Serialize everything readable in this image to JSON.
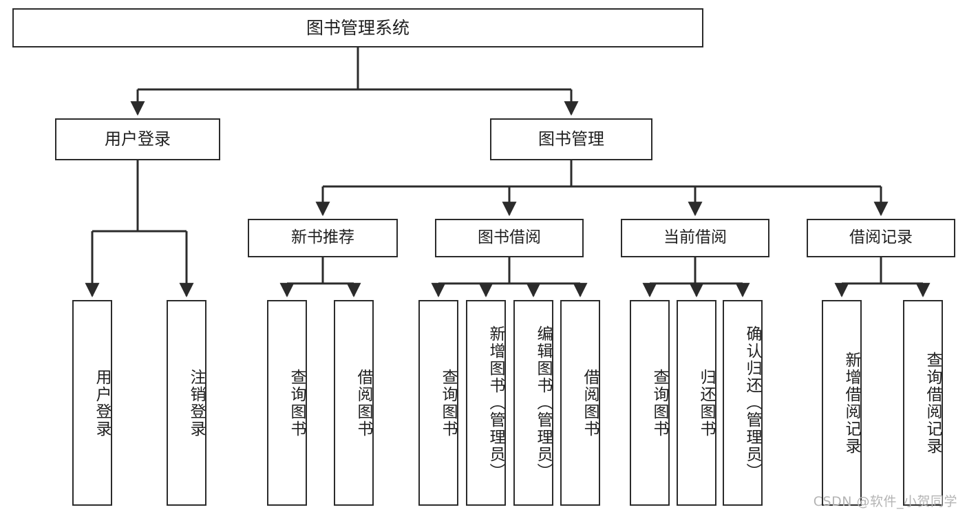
{
  "diagram": {
    "title": "图书管理系统",
    "type": "tree",
    "stroke_color": "#2b2b2b",
    "text_color": "#1f1f1f",
    "background_color": "#ffffff",
    "watermark": "CSDN @软件_小贺同学",
    "nodes": {
      "root": {
        "label": "图书管理系统"
      },
      "level2": [
        {
          "label": "用户登录"
        },
        {
          "label": "图书管理"
        }
      ],
      "level3": [
        {
          "label": "新书推荐"
        },
        {
          "label": "图书借阅"
        },
        {
          "label": "当前借阅"
        },
        {
          "label": "借阅记录"
        }
      ],
      "leaves": {
        "user_login": [
          {
            "label": "用户登录"
          },
          {
            "label": "注销登录"
          }
        ],
        "new_book_recommend": [
          {
            "label": "查询图书"
          },
          {
            "label": "借阅图书"
          }
        ],
        "book_borrow": [
          {
            "label": "查询图书"
          },
          {
            "label": "新增图书（管理员）"
          },
          {
            "label": "编辑图书（管理员）"
          },
          {
            "label": "借阅图书"
          }
        ],
        "current_borrow": [
          {
            "label": "查询图书"
          },
          {
            "label": "归还图书"
          },
          {
            "label": "确认归还（管理员）"
          }
        ],
        "borrow_record": [
          {
            "label": "新增借阅记录"
          },
          {
            "label": "查询借阅记录"
          }
        ]
      }
    }
  }
}
